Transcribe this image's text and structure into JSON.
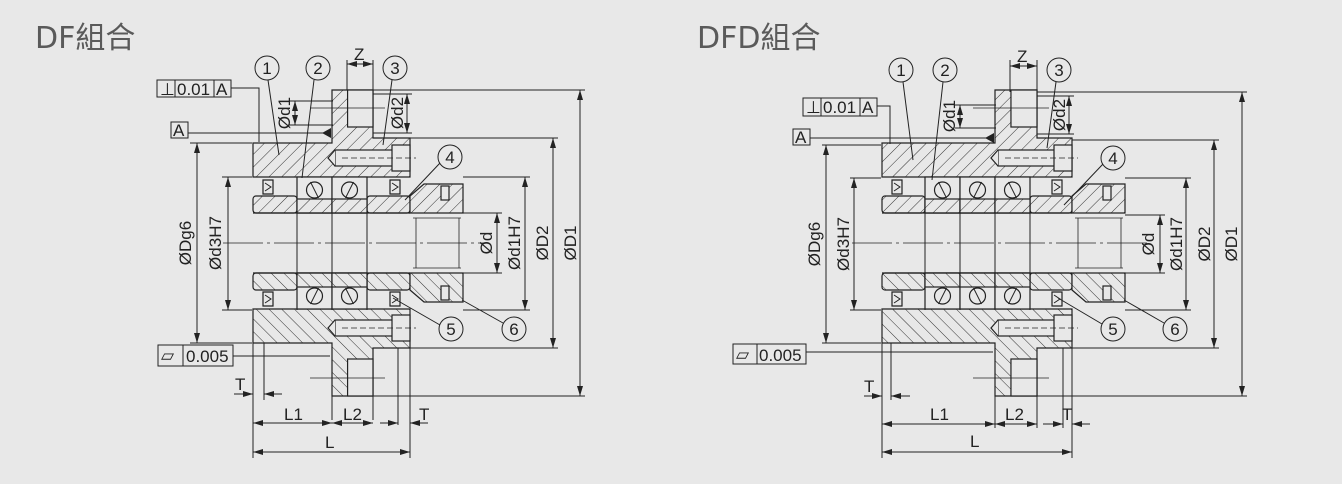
{
  "colors": {
    "background": "#e8e8e8",
    "title": "#5a5a5a",
    "line": "#222222"
  },
  "diagrams": [
    {
      "title": "DF組合",
      "perpendicularity": {
        "symbol": "⊥",
        "value": "0.01",
        "datum": "A"
      },
      "datum_label": "A",
      "parallelism": {
        "symbol": "▱",
        "value": "0.005"
      },
      "dims": {
        "Dg6": "ØDg6",
        "d3H7": "Ød3H7",
        "d": "Ød",
        "d1H7": "Ød1H7",
        "D2": "ØD2",
        "D1": "ØD1",
        "d1": "Ød1",
        "d2": "Ød2",
        "Z": "Z",
        "L1": "L1",
        "L2": "L2",
        "L": "L",
        "T1": "T",
        "T2": "T"
      },
      "balloons": [
        "1",
        "2",
        "3",
        "4",
        "5",
        "6"
      ]
    },
    {
      "title": "DFD組合",
      "perpendicularity": {
        "symbol": "⊥",
        "value": "0.01",
        "datum": "A"
      },
      "datum_label": "A",
      "parallelism": {
        "symbol": "▱",
        "value": "0.005"
      },
      "dims": {
        "Dg6": "ØDg6",
        "d3H7": "Ød3H7",
        "d": "Ød",
        "d1H7": "Ød1H7",
        "D2": "ØD2",
        "D1": "ØD1",
        "d1": "Ød1",
        "d2": "Ød2",
        "Z": "Z",
        "L1": "L1",
        "L2": "L2",
        "L": "L",
        "T1": "T",
        "T2": "T"
      },
      "balloons": [
        "1",
        "2",
        "3",
        "4",
        "5",
        "6"
      ]
    }
  ]
}
